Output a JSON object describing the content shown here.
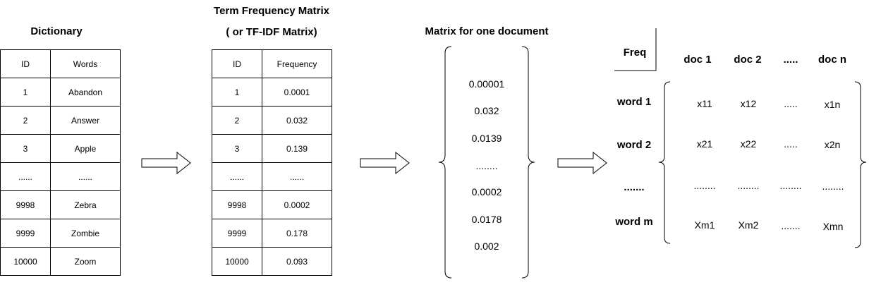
{
  "dictionary": {
    "title": "Dictionary",
    "headers": [
      "ID",
      "Words"
    ],
    "rows": [
      [
        "1",
        "Abandon"
      ],
      [
        "2",
        "Answer"
      ],
      [
        "3",
        "Apple"
      ],
      [
        "......",
        "......"
      ],
      [
        "9998",
        "Zebra"
      ],
      [
        "9999",
        "Zombie"
      ],
      [
        "10000",
        "Zoom"
      ]
    ]
  },
  "tf_matrix": {
    "title_line1": "Term Frequency Matrix",
    "title_line2": "( or TF-IDF Matrix)",
    "headers": [
      "ID",
      "Frequency"
    ],
    "rows": [
      [
        "1",
        "0.0001"
      ],
      [
        "2",
        "0.032"
      ],
      [
        "3",
        "0.139"
      ],
      [
        "......",
        "......"
      ],
      [
        "9998",
        "0.0002"
      ],
      [
        "9999",
        "0.178"
      ],
      [
        "10000",
        "0.093"
      ]
    ]
  },
  "doc_matrix": {
    "title": "Matrix for one document",
    "values": [
      "0.00001",
      "0.032",
      "0.0139",
      "........",
      "0.0002",
      "0.0178",
      "0.002"
    ]
  },
  "freq_matrix": {
    "corner_label": "Freq",
    "col_headers": [
      "doc 1",
      "doc 2",
      ".....",
      "doc n"
    ],
    "row_headers": [
      "word 1",
      "word 2",
      ".......",
      "word m"
    ],
    "cells": [
      [
        "x11",
        "x12",
        ".....",
        "x1n"
      ],
      [
        "x21",
        "x22",
        ".....",
        "x2n"
      ],
      [
        "........",
        "........",
        "........",
        "........"
      ],
      [
        "Xm1",
        "Xm2",
        ".......",
        "Xmn"
      ]
    ]
  }
}
